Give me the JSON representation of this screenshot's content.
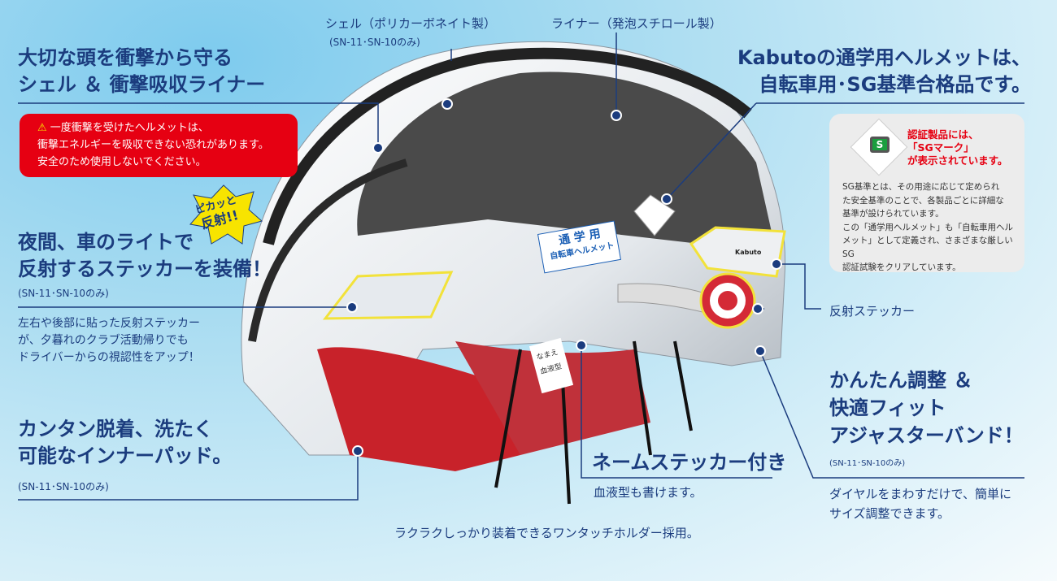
{
  "labels": {
    "shell": "シェル（ポリカーボネイト製）",
    "shell_note": "(SN-11･SN-10のみ)",
    "liner": "ライナー（発泡スチロール製）"
  },
  "protect": {
    "line1": "大切な頭を衝撃から守る",
    "line2": "シェル ＆ 衝撃吸収ライナー"
  },
  "warning": {
    "icon": "warning-icon",
    "line1": "一度衝撃を受けたヘルメットは、",
    "line2": "衝撃エネルギーを吸収できない恐れがあります。",
    "line3": "安全のため使用しないでください。"
  },
  "badge": {
    "line1": "ピカッと",
    "line2": "反射!!"
  },
  "reflect": {
    "line1": "夜間、車のライトで",
    "line2": "反射するステッカーを装備！",
    "note": "(SN-11･SN-10のみ)",
    "desc1": "左右や後部に貼った反射ステッカー",
    "desc2": "が、夕暮れのクラブ活動帰りでも",
    "desc3": "ドライバーからの視認性をアップ！"
  },
  "pad": {
    "line1": "カンタン脱着、洗たく",
    "line2": "可能なインナーパッド。",
    "note": "(SN-11･SN-10のみ)"
  },
  "cert": {
    "line1": "Kabutoの通学用ヘルメットは、",
    "line2": "自転車用･SG基準合格品です。"
  },
  "sg": {
    "mark": "S",
    "title1": "認証製品には、",
    "title2": "「SGマーク」",
    "title3": "が表示されています。",
    "body": [
      "SG基準とは、その用途に応じて定められ",
      "た安全基準のことで、各製品ごとに詳細な",
      "基準が設けられています。",
      "この「通学用ヘルメット」も「自転車用ヘル",
      "メット」として定義され、さまざまな厳しいSG",
      "認証試験をクリアしています。"
    ]
  },
  "reflect_sticker": "反射ステッカー",
  "adjust": {
    "line1": "かんたん調整 ＆",
    "line2": "快適フィット",
    "line3": "アジャスターバンド！",
    "note": "(SN-11･SN-10のみ)",
    "desc1": "ダイヤルをまわすだけで、簡単に",
    "desc2": "サイズ調整できます。"
  },
  "name": {
    "title": "ネームステッカー付き",
    "desc": "血液型も書けます。",
    "sticker1": "なまえ",
    "sticker2": "血液型"
  },
  "holder": "ラクラクしっかり装着できるワンタッチホルダー採用。",
  "helmet_sticker": {
    "line1": "通 学 用",
    "line2": "自転車ヘルメット",
    "brand": "Kabuto"
  }
}
